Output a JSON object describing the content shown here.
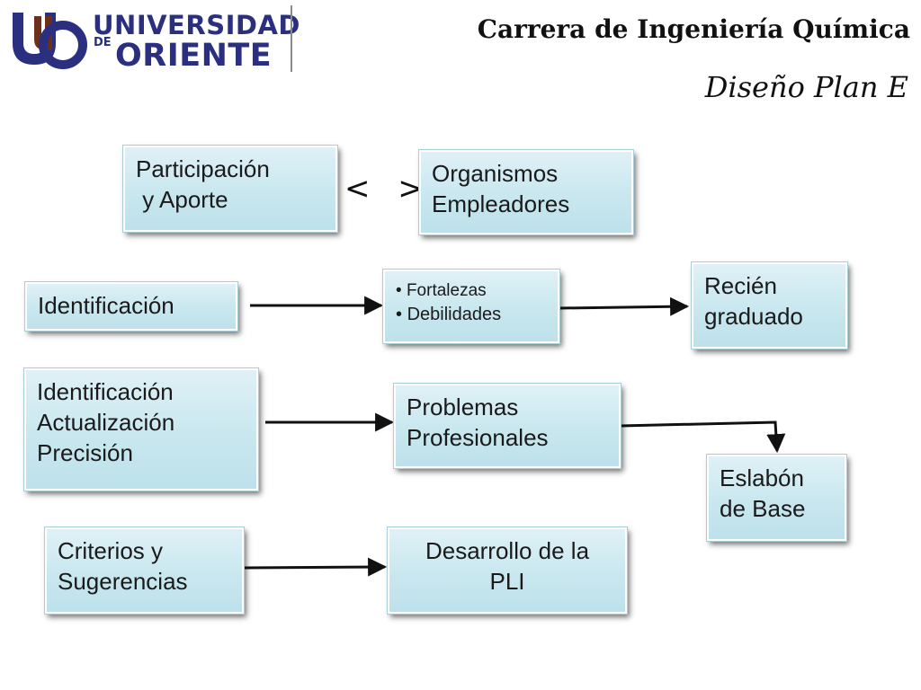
{
  "header": {
    "logo": {
      "line1": "UNIVERSIDAD",
      "line2_prefix": "DE",
      "line3": "ORIENTE"
    },
    "title": "Carrera de Ingeniería Química",
    "subtitle": "Diseño Plan E"
  },
  "diagram": {
    "relation_symbol": "< >",
    "boxes": {
      "participacion": [
        "Participación",
        " y Aporte"
      ],
      "organismos": [
        "Organismos",
        "Empleadores"
      ],
      "identificacion": [
        "Identificación"
      ],
      "fortalezas": [
        "Fortalezas",
        "Debilidades"
      ],
      "recien": [
        "Recién",
        "graduado"
      ],
      "identificacion2": [
        "Identificación",
        "Actualización",
        "Precisión"
      ],
      "problemas": [
        "Problemas",
        "Profesionales"
      ],
      "eslabon": [
        "Eslabón",
        "de Base"
      ],
      "criterios": [
        "Criterios y",
        "Sugerencias"
      ],
      "desarrollo": [
        "Desarrollo de la",
        "PLI"
      ]
    }
  },
  "colors": {
    "box_fill": "#c9e7ef",
    "box_border": "#ffffff",
    "logo_blue": "#2a2f7f",
    "logo_brown": "#6b2f1a"
  }
}
